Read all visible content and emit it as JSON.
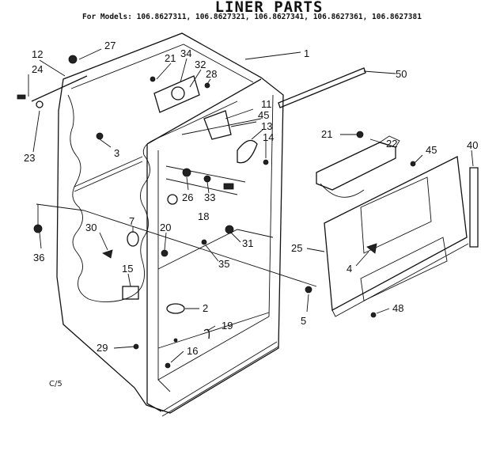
{
  "title": "LINER PARTS",
  "models": "For Models: 106.8627311, 106.8627321, 106.8627341, 106.8627361, 106.8627381",
  "drawing_code": "C/5",
  "callouts": [
    "1",
    "50",
    "27",
    "12",
    "24",
    "21",
    "34",
    "32",
    "28",
    "23",
    "3",
    "11",
    "45",
    "13",
    "14",
    "21",
    "22",
    "45",
    "40",
    "26",
    "33",
    "18",
    "7",
    "30",
    "20",
    "31",
    "35",
    "36",
    "15",
    "25",
    "4",
    "5",
    "48",
    "2",
    "19",
    "29",
    "16"
  ]
}
